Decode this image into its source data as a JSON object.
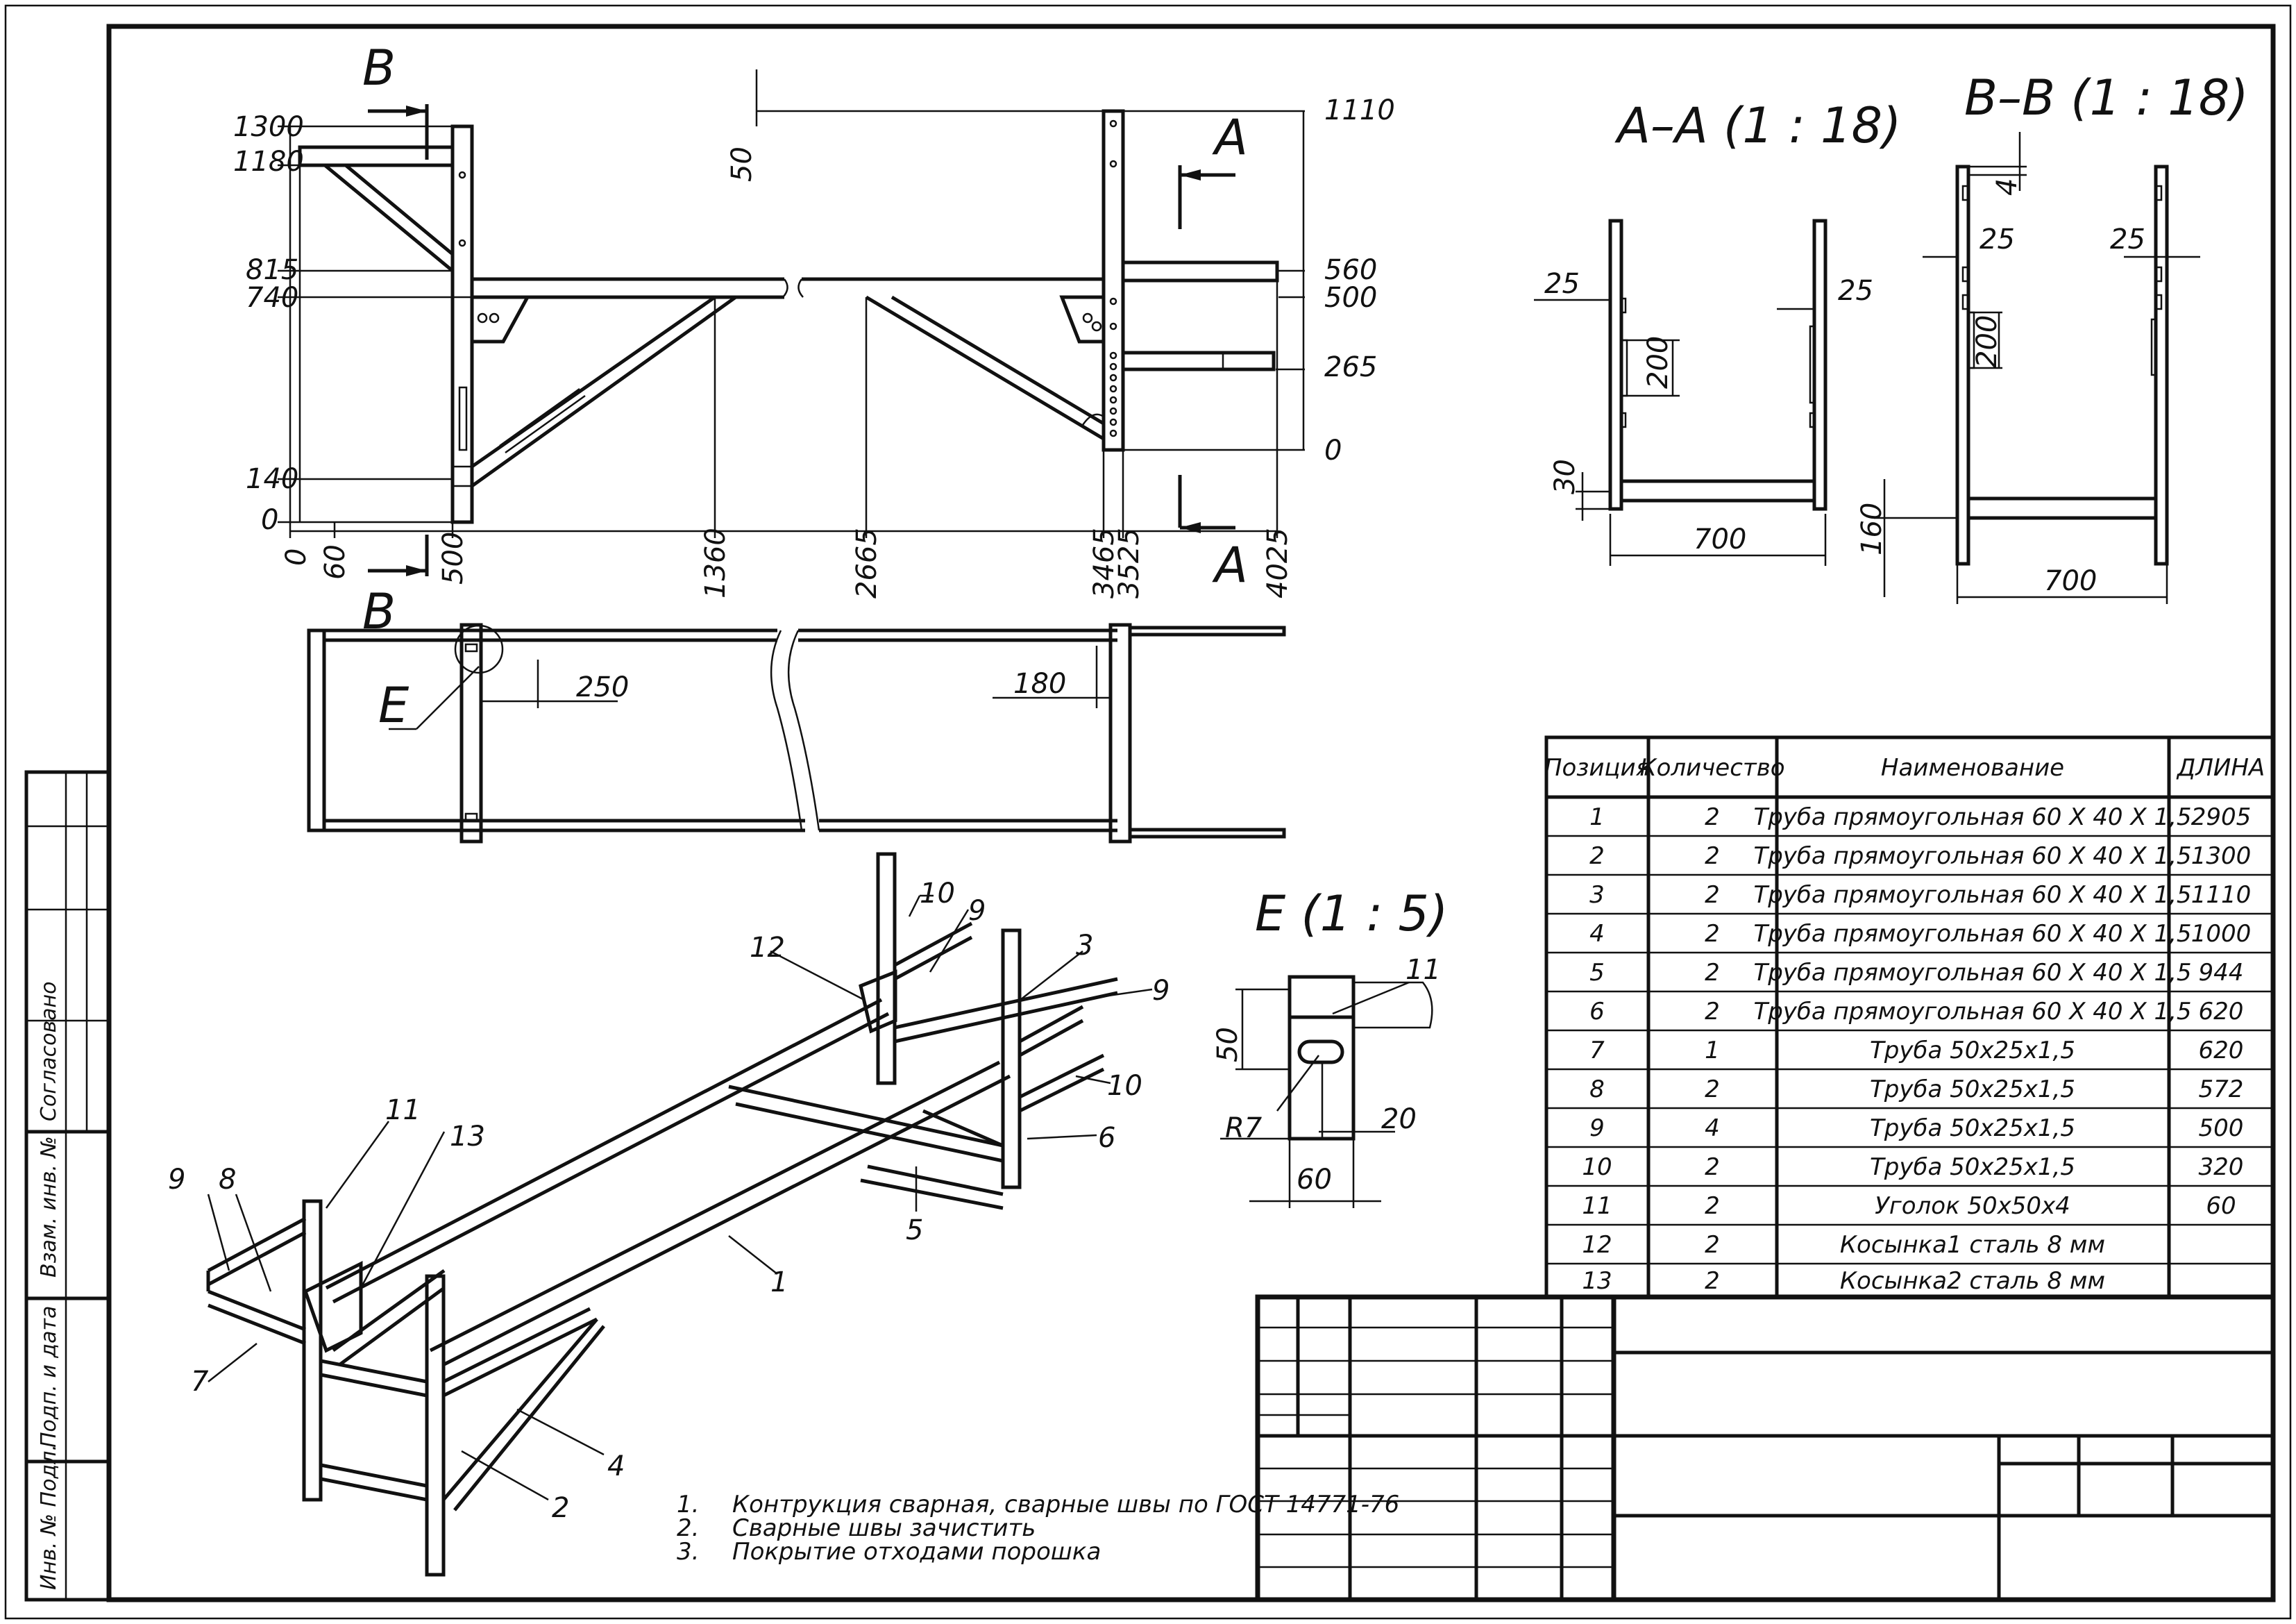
{
  "views": {
    "section_aa_title": "A–A (1 : 18)",
    "section_bb_title": "B–B (1 : 18)",
    "detail_e_title": "E (1 : 5)",
    "letter_a_top": "A",
    "letter_a_bottom": "A",
    "letter_b_top": "B",
    "letter_b_bottom": "B",
    "letter_e": "E"
  },
  "front_view": {
    "left_levels": [
      "1300",
      "1180",
      "815",
      "740",
      "140",
      "0"
    ],
    "right_levels": [
      "1110",
      "560",
      "500",
      "265",
      "0"
    ],
    "top_dim": "50",
    "bottom_dims": [
      "0",
      "60",
      "500",
      "1360",
      "2665",
      "3465",
      "3525",
      "4025"
    ]
  },
  "plan_view": {
    "dim_250": "250",
    "dim_180": "180"
  },
  "section_aa": {
    "dims": [
      "25",
      "25",
      "200",
      "30",
      "700"
    ]
  },
  "section_bb": {
    "dims": [
      "4",
      "25",
      "25",
      "200",
      "160",
      "700"
    ]
  },
  "detail_e": {
    "dims": [
      "50",
      "R7",
      "20",
      "60"
    ],
    "callout": "11"
  },
  "iso_callouts": [
    "10",
    "9",
    "12",
    "3",
    "9",
    "10",
    "6",
    "5",
    "1",
    "11",
    "13",
    "9",
    "8",
    "7",
    "4",
    "2"
  ],
  "notes": [
    {
      "num": "1.",
      "text": "Контрукция сварная, сварные швы по ГОСТ 14771-76"
    },
    {
      "num": "2.",
      "text": "Сварные швы зачистить"
    },
    {
      "num": "3.",
      "text": "Покрытие отходами порошка"
    }
  ],
  "bom": {
    "headers": [
      "Позиция",
      "Количество",
      "Наименование",
      "ДЛИНА"
    ],
    "rows": [
      [
        "1",
        "2",
        "Труба прямоугольная  60 X 40 X 1,5",
        "2905"
      ],
      [
        "2",
        "2",
        "Труба прямоугольная  60 X 40 X 1,5",
        "1300"
      ],
      [
        "3",
        "2",
        "Труба прямоугольная  60 X 40 X 1,5",
        "1110"
      ],
      [
        "4",
        "2",
        "Труба прямоугольная  60 X 40 X 1,5",
        "1000"
      ],
      [
        "5",
        "2",
        "Труба прямоугольная  60 X 40 X 1,5",
        "944"
      ],
      [
        "6",
        "2",
        "Труба прямоугольная  60 X 40 X 1,5",
        "620"
      ],
      [
        "7",
        "1",
        "Труба 50х25х1,5",
        "620"
      ],
      [
        "8",
        "2",
        "Труба 50х25х1,5",
        "572"
      ],
      [
        "9",
        "4",
        "Труба 50х25х1,5",
        "500"
      ],
      [
        "10",
        "2",
        "Труба 50х25х1,5",
        "320"
      ],
      [
        "11",
        "2",
        "Уголок 50х50х4",
        "60"
      ],
      [
        "12",
        "2",
        "Косынка1 сталь 8 мм",
        ""
      ],
      [
        "13",
        "2",
        "Косынка2 сталь 8 мм",
        ""
      ]
    ]
  },
  "side_stamp": [
    "Согласовано",
    "Взам. инв. №",
    "Подп. и дата",
    "Инв. № Подл."
  ],
  "colors": {
    "line": "#111111",
    "paper": "#ffffff"
  }
}
